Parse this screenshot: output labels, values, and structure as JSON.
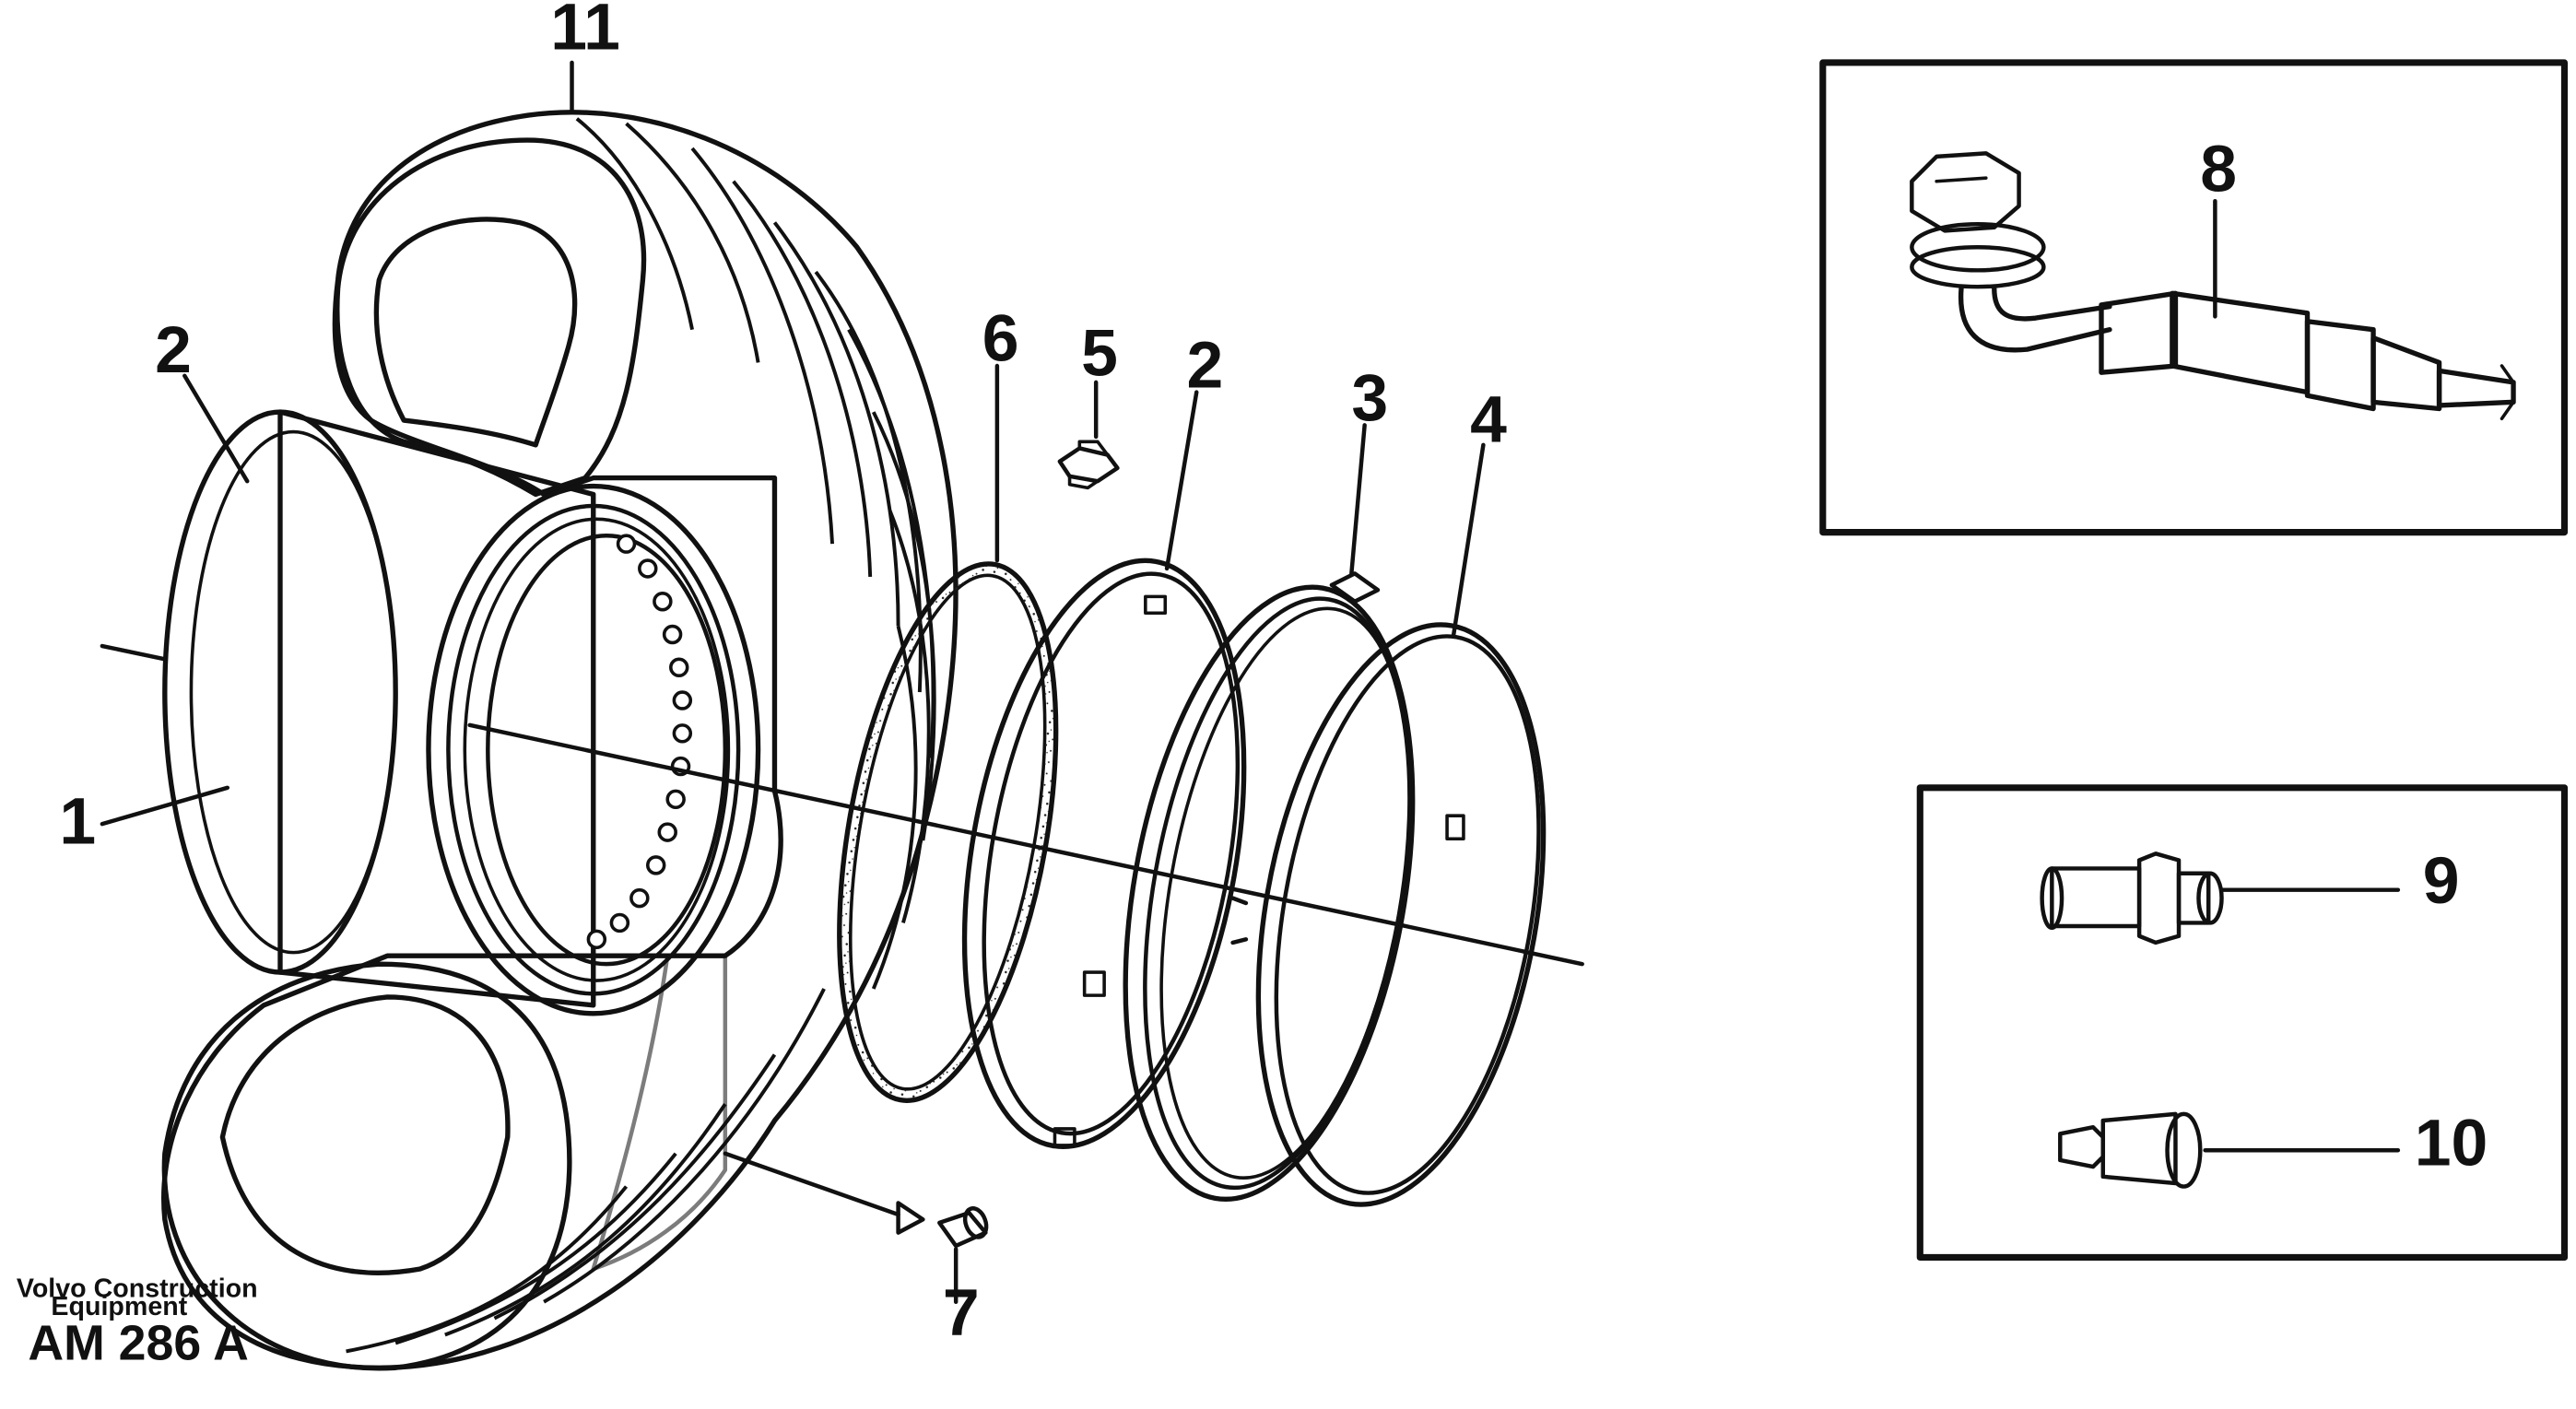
{
  "diagram": {
    "callouts": [
      "1",
      "2",
      "2",
      "3",
      "4",
      "5",
      "6",
      "7",
      "8",
      "9",
      "10",
      "11"
    ],
    "brand_line1": "Volvo Construction",
    "brand_line2": "Equipment",
    "doc_id": "AM 286 A"
  },
  "colors": {
    "ink": "#111111",
    "paper": "#ffffff"
  }
}
